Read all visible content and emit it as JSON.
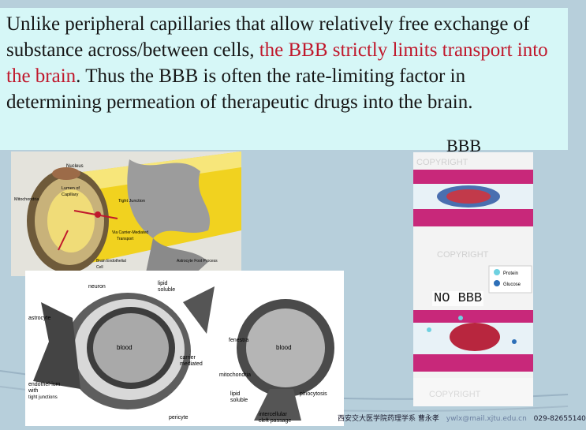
{
  "intro": {
    "part1": "Unlike peripheral capillaries that allow relatively free exchange of substance across/between cells, ",
    "highlight": "the BBB strictly limits transport into the brain",
    "part2": ". Thus the BBB is often the rate-limiting factor in determining permeation of therapeutic drugs into the brain."
  },
  "figure_labels": {
    "bbb": "BBB",
    "no_bbb": "NO BBB"
  },
  "capillary_diagram": {
    "labels": [
      "Nucleus",
      "Lumen of Capillary",
      "Tight Junction",
      "Mitochondria",
      "Via Carrier-Mediated Transport",
      "Brain Endothelial Cell",
      "Astrocyte Foot Process"
    ]
  },
  "crosssection_diagram": {
    "labels": [
      "neuron",
      "lipid soluble",
      "astrocyte",
      "blood",
      "carrier mediated",
      "fenestra",
      "blood",
      "endothel-ium with tight junctions",
      "mitochondria",
      "lipid soluble",
      "pinocytosis",
      "pericyte",
      "intercellular cleft passage"
    ]
  },
  "vessel_diagram": {
    "watermark": "COPYRIGHT",
    "legend": [
      "Protein",
      "Glucose"
    ]
  },
  "footer": {
    "institution": "西安交大医学院药理学系 曹永孝",
    "email": "ywlx@mail.xjtu.edu.cn",
    "phone": "029-82655140"
  }
}
